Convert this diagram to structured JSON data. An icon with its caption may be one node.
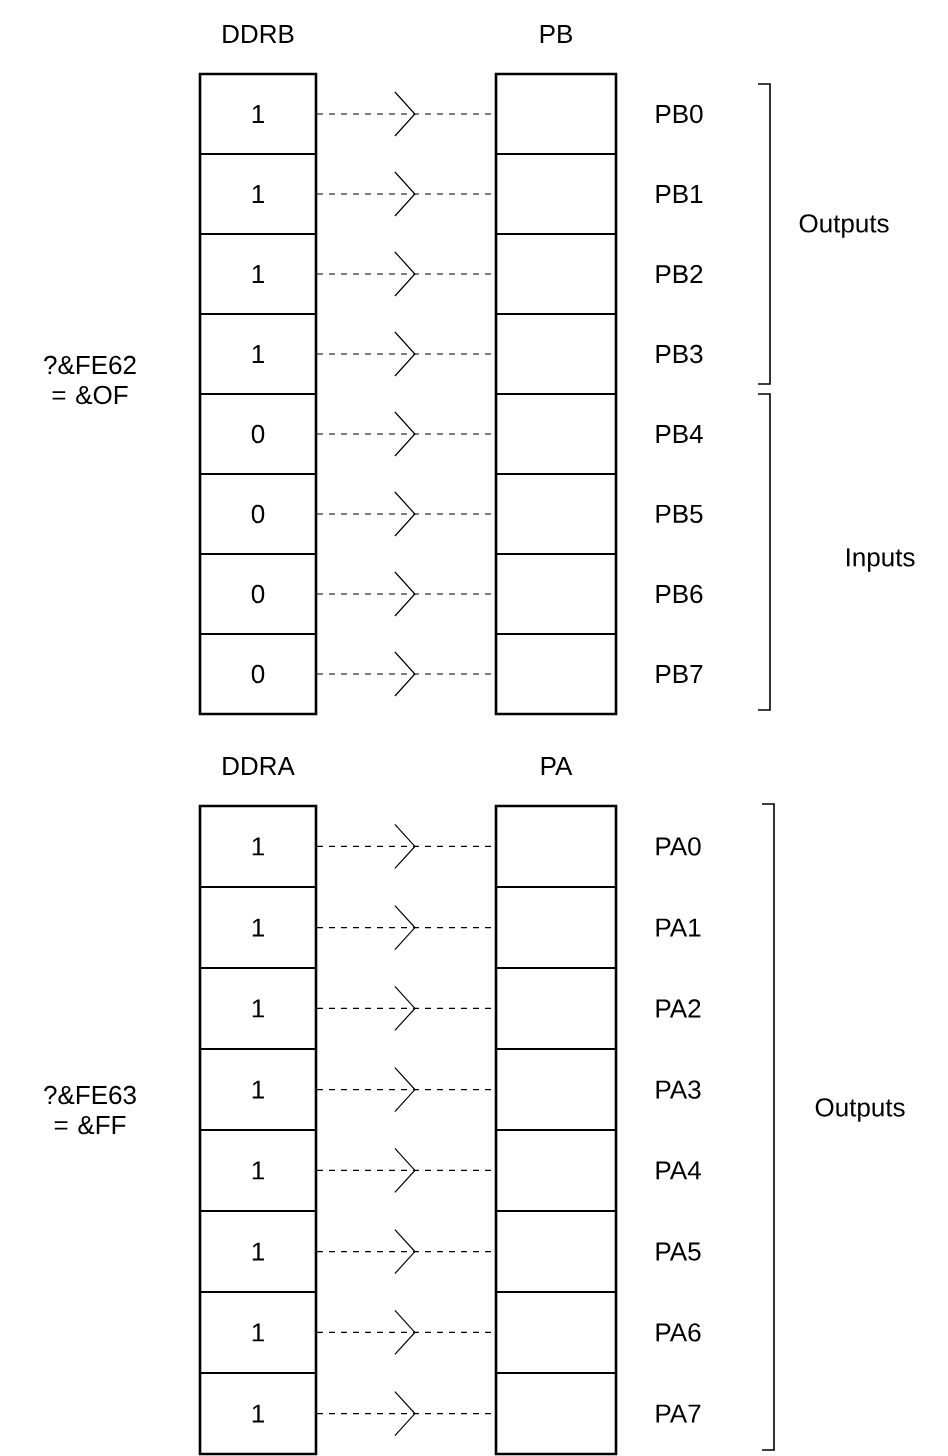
{
  "diagram": {
    "nodes": [
      {
        "text": [
          "DDRB"
        ]
      },
      {
        "text": [
          "1"
        ],
        "in": 0
      },
      {
        "text": [
          "1"
        ],
        "in": 0
      },
      {
        "text": [
          "1"
        ],
        "in": 0
      },
      {
        "text": [
          "1"
        ],
        "in": 0
      },
      {
        "text": [
          "0"
        ],
        "in": 0
      },
      {
        "text": [
          "0"
        ],
        "in": 0
      },
      {
        "text": [
          "0"
        ],
        "in": 0
      },
      {
        "text": [
          "0"
        ],
        "in": 0
      },
      {
        "text": [
          "PB"
        ]
      },
      {
        "text": [],
        "shape": "box",
        "in": 9,
        "beside": [
          "PB0"
        ]
      },
      {
        "text": [],
        "shape": "box",
        "in": 9,
        "beside": [
          "PB1"
        ]
      },
      {
        "text": [],
        "shape": "box",
        "in": 9,
        "beside": [
          "PB2"
        ]
      },
      {
        "text": [],
        "shape": "box",
        "in": 9,
        "beside": [
          "PB3"
        ]
      },
      {
        "text": [],
        "shape": "box",
        "in": 9,
        "beside": [
          "PB4"
        ]
      },
      {
        "text": [],
        "shape": "box",
        "in": 9,
        "beside": [
          "PB5"
        ]
      },
      {
        "text": [],
        "shape": "box",
        "in": 9,
        "beside": [
          "PB6"
        ]
      },
      {
        "text": [],
        "shape": "box",
        "in": 9,
        "beside": [
          "PB7"
        ]
      },
      {
        "text": [
          "DDRA"
        ]
      },
      {
        "text": [
          "1"
        ],
        "in": 18
      },
      {
        "text": [
          "1"
        ],
        "in": 18
      },
      {
        "text": [
          "1"
        ],
        "in": 18
      },
      {
        "text": [
          "1"
        ],
        "in": 18
      },
      {
        "text": [
          "1"
        ],
        "in": 18
      },
      {
        "text": [
          "1"
        ],
        "in": 18
      },
      {
        "text": [
          "1"
        ],
        "in": 18
      },
      {
        "text": [
          "1"
        ],
        "in": 18
      },
      {
        "text": [
          "PA"
        ]
      },
      {
        "text": [],
        "shape": "box",
        "in": 27,
        "beside": [
          "PA0"
        ]
      },
      {
        "text": [],
        "shape": "box",
        "in": 27,
        "beside": [
          "PA1"
        ]
      },
      {
        "text": [],
        "shape": "box",
        "in": 27,
        "beside": [
          "PA2"
        ]
      },
      {
        "text": [],
        "shape": "box",
        "in": 27,
        "beside": [
          "PA3"
        ]
      },
      {
        "text": [],
        "shape": "box",
        "in": 27,
        "beside": [
          "PA4"
        ]
      },
      {
        "text": [],
        "shape": "box",
        "in": 27,
        "beside": [
          "PA5"
        ]
      },
      {
        "text": [],
        "shape": "box",
        "in": 27,
        "beside": [
          "PA6"
        ]
      },
      {
        "text": [],
        "shape": "box",
        "in": 27,
        "beside": [
          "PA7"
        ]
      }
    ],
    "edges": [
      {
        "from": 1,
        "to": 10,
        "arrow": "to",
        "style": "dashed"
      },
      {
        "from": 2,
        "to": 11,
        "arrow": "to",
        "style": "dashed"
      },
      {
        "from": 3,
        "to": 12,
        "arrow": "to",
        "style": "dashed"
      },
      {
        "from": 4,
        "to": 13,
        "arrow": "to",
        "style": "dashed"
      },
      {
        "from": 5,
        "to": 14,
        "arrow": "to",
        "style": "dashed"
      },
      {
        "from": 6,
        "to": 15,
        "arrow": "to",
        "style": "dashed"
      },
      {
        "from": 7,
        "to": 16,
        "arrow": "to",
        "style": "dashed"
      },
      {
        "from": 8,
        "to": 17,
        "arrow": "to",
        "style": "dashed"
      },
      {
        "from": 19,
        "to": 28,
        "arrow": "to",
        "style": "dashed"
      },
      {
        "from": 20,
        "to": 29,
        "arrow": "to",
        "style": "dashed"
      },
      {
        "from": 21,
        "to": 30,
        "arrow": "to",
        "style": "dashed"
      },
      {
        "from": 22,
        "to": 31,
        "arrow": "to",
        "style": "dashed"
      },
      {
        "from": 23,
        "to": 32,
        "arrow": "to",
        "style": "dashed"
      },
      {
        "from": 24,
        "to": 33,
        "arrow": "to",
        "style": "dashed"
      },
      {
        "from": 25,
        "to": 34,
        "arrow": "to",
        "style": "dashed"
      },
      {
        "from": 26,
        "to": 35,
        "arrow": "to",
        "style": "dashed"
      }
    ],
    "labels": [
      "?&FE62 = &OF",
      "Outputs",
      "Inputs",
      "?&FE63 = &FF",
      "Outputs"
    ]
  }
}
